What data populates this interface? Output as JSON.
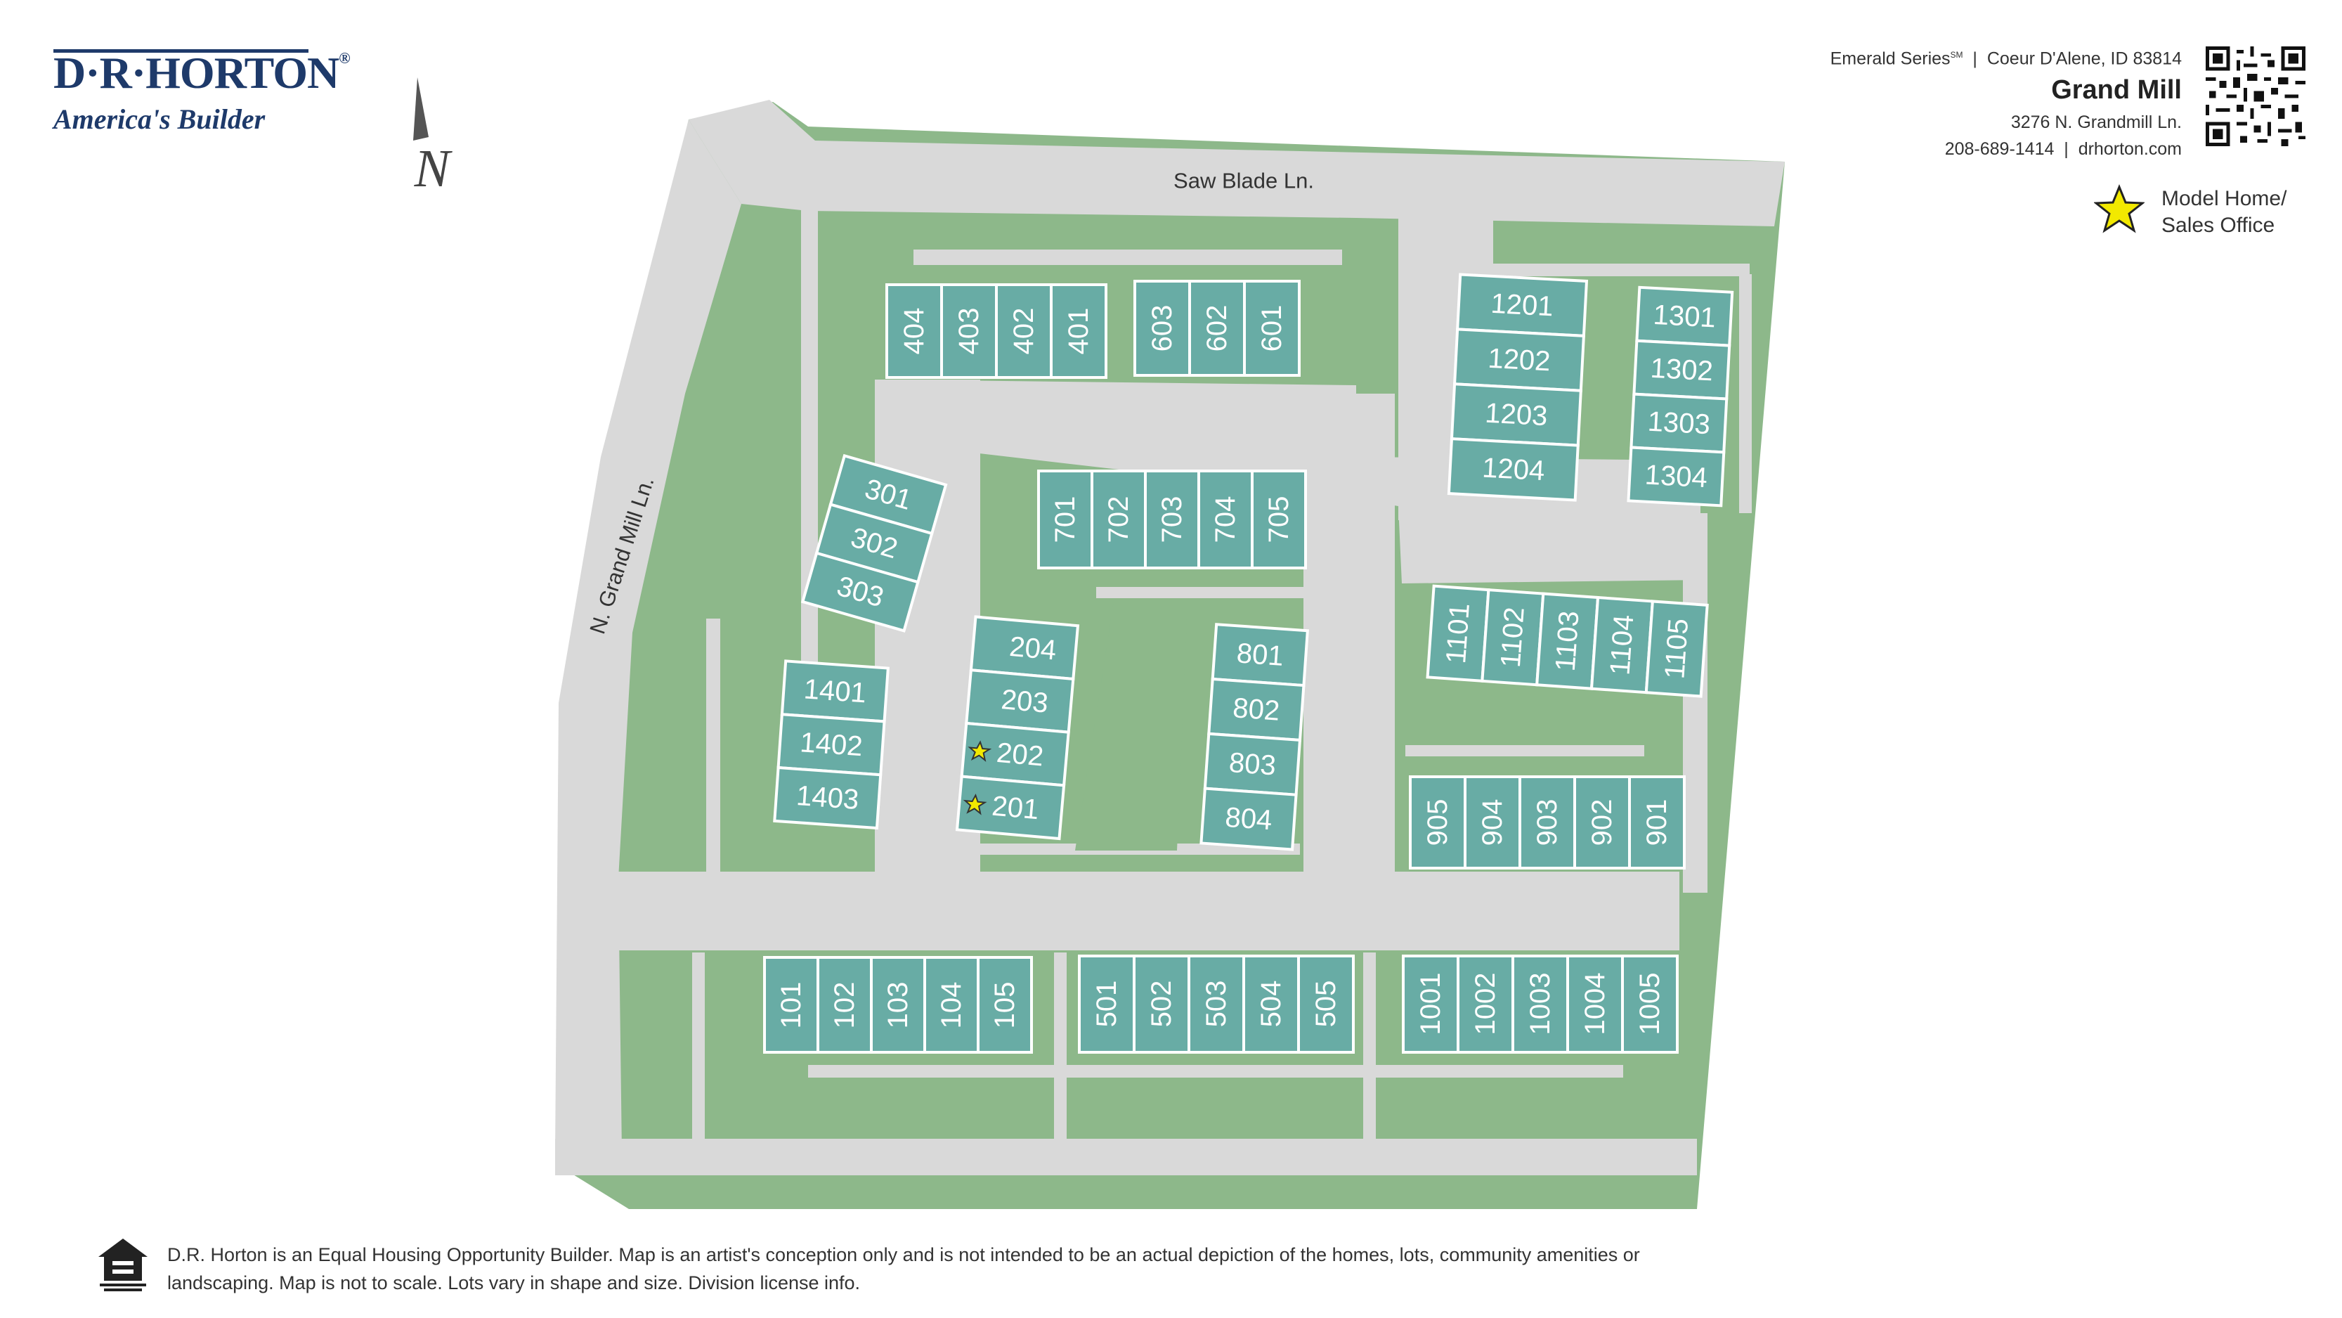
{
  "brand": {
    "name": "D·R·HORTON",
    "registered_mark": "®",
    "tagline": "America's Builder"
  },
  "header": {
    "series": "Emerald Series",
    "series_mark": "SM",
    "location": "Coeur D'Alene, ID 83814",
    "community": "Grand Mill",
    "address": "3276 N. Grandmill Ln.",
    "phone": "208-689-1414",
    "website": "drhorton.com"
  },
  "legend": {
    "star_label_line1": "Model Home/",
    "star_label_line2": "Sales Office",
    "star_color": "#f2e900"
  },
  "compass": {
    "label": "N"
  },
  "streets": {
    "saw_blade": "Saw Blade Ln.",
    "grand_mill": "N. Grand Mill Ln."
  },
  "colors": {
    "lot": "#68aca5",
    "green_space": "#8db88a",
    "road": "#d9d9d9",
    "brand_navy": "#1e3a6a"
  },
  "model_homes": [
    "202",
    "201"
  ],
  "lots": {
    "b400": [
      "404",
      "403",
      "402",
      "401"
    ],
    "b600": [
      "603",
      "602",
      "601"
    ],
    "b300": [
      "301",
      "302",
      "303"
    ],
    "b700": [
      "701",
      "702",
      "703",
      "704",
      "705"
    ],
    "b1200": [
      "1201",
      "1202",
      "1203",
      "1204"
    ],
    "b1300": [
      "1301",
      "1302",
      "1303",
      "1304"
    ],
    "b1400": [
      "1401",
      "1402",
      "1403"
    ],
    "b200": [
      "204",
      "203",
      "202",
      "201"
    ],
    "b800": [
      "801",
      "802",
      "803",
      "804"
    ],
    "b1100": [
      "1101",
      "1102",
      "1103",
      "1104",
      "1105"
    ],
    "b900": [
      "905",
      "904",
      "903",
      "902",
      "901"
    ],
    "b100": [
      "101",
      "102",
      "103",
      "104",
      "105"
    ],
    "b500": [
      "501",
      "502",
      "503",
      "504",
      "505"
    ],
    "b1000": [
      "1001",
      "1002",
      "1003",
      "1004",
      "1005"
    ]
  },
  "footer": {
    "disclaimer_line1": "D.R. Horton is an Equal Housing Opportunity Builder. Map is an artist's conception only and is not intended to be an actual depiction of the homes, lots, community amenities or",
    "disclaimer_line2": "landscaping. Map is not to scale. Lots vary in shape and size. Division license info."
  }
}
